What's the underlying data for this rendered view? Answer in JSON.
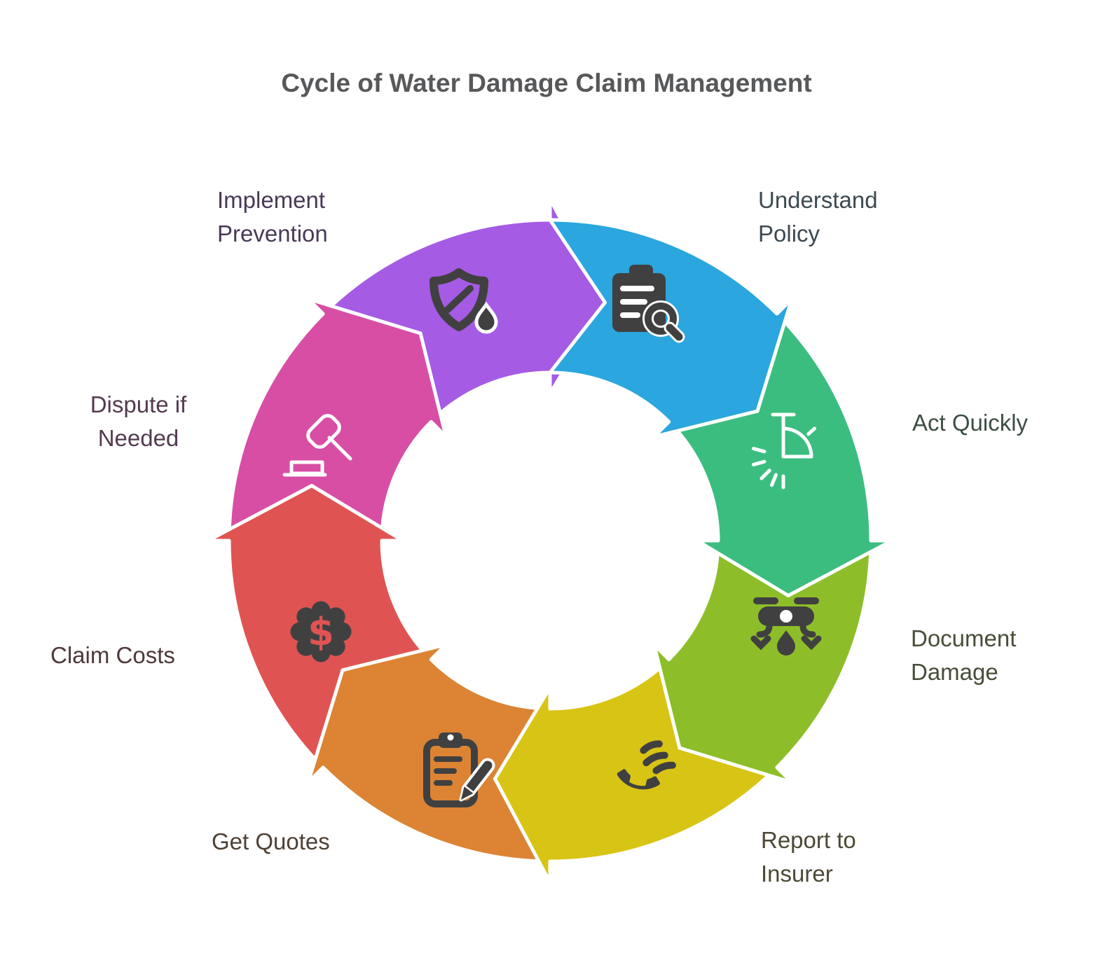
{
  "title": "Cycle of Water Damage Claim Management",
  "background_color": "#FFFFFF",
  "outline_color": "#FFFFFF",
  "icon_dark_color": "#404041",
  "icon_light_color": "#FFFFFF",
  "cycle": {
    "type": "circular-arrow-cycle",
    "direction": "clockwise",
    "steps": [
      {
        "label": "Understand Policy",
        "color": "#2BA6DE",
        "label_color": "#3D4A52",
        "icon": "clipboard-search-icon"
      },
      {
        "label": "Act Quickly",
        "color": "#3CBD80",
        "label_color": "#3D4F45",
        "icon": "stopwatch-icon"
      },
      {
        "label": "Document Damage",
        "color": "#8DBE29",
        "label_color": "#474E37",
        "icon": "drone-water-icon"
      },
      {
        "label": "Report to Insurer",
        "color": "#D8C414",
        "label_color": "#4C4934",
        "icon": "phone-call-icon"
      },
      {
        "label": "Get Quotes",
        "color": "#DC8434",
        "label_color": "#4E4135",
        "icon": "clipboard-pencil-icon"
      },
      {
        "label": "Claim Costs",
        "color": "#DF5452",
        "label_color": "#4E393A",
        "icon": "dollar-badge-icon"
      },
      {
        "label": "Dispute if Needed",
        "color": "#D84EA4",
        "label_color": "#533B50",
        "icon": "gavel-icon"
      },
      {
        "label": "Implement Prevention",
        "color": "#A55BE4",
        "label_color": "#493A56",
        "icon": "shield-drop-icon"
      }
    ]
  },
  "icons": {
    "dollar_glyph": "$"
  }
}
